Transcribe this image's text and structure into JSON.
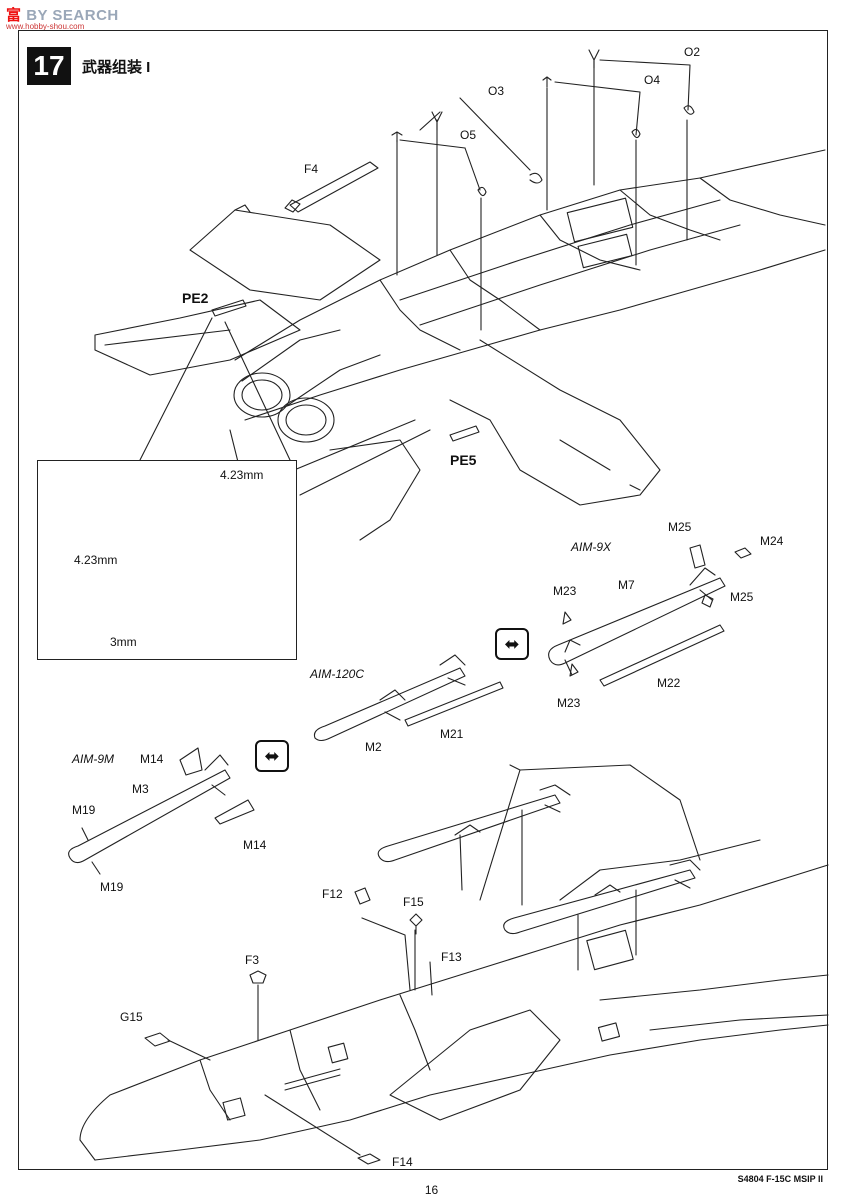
{
  "watermark": {
    "part_a": "富",
    "part_b": "BY SEARCH",
    "url": "www.hobby-shou.com"
  },
  "step": {
    "number": "17",
    "title": "武器组装 I"
  },
  "labels": {
    "O2": "O2",
    "O3": "O3",
    "O4": "O4",
    "O5": "O5",
    "F4": "F4",
    "PE2": "PE2",
    "PE5": "PE5",
    "dim1": "4.23mm",
    "dim2": "4.23mm",
    "dim3": "3mm",
    "aim9x": "AIM-9X",
    "aim120c": "AIM-120C",
    "aim9m": "AIM-9M",
    "M25a": "M25",
    "M24": "M24",
    "M7": "M7",
    "M23a": "M23",
    "M25b": "M25",
    "M22": "M22",
    "M23b": "M23",
    "M2": "M2",
    "M21": "M21",
    "M14a": "M14",
    "M3": "M3",
    "M19a": "M19",
    "M14b": "M14",
    "M19b": "M19",
    "F12": "F12",
    "F15": "F15",
    "F13": "F13",
    "F3": "F3",
    "G15": "G15",
    "F14": "F14"
  },
  "swap_icon": "double-arrow-icon",
  "footer": {
    "code": "S4804 F-15C MSIP II",
    "page": "16"
  }
}
